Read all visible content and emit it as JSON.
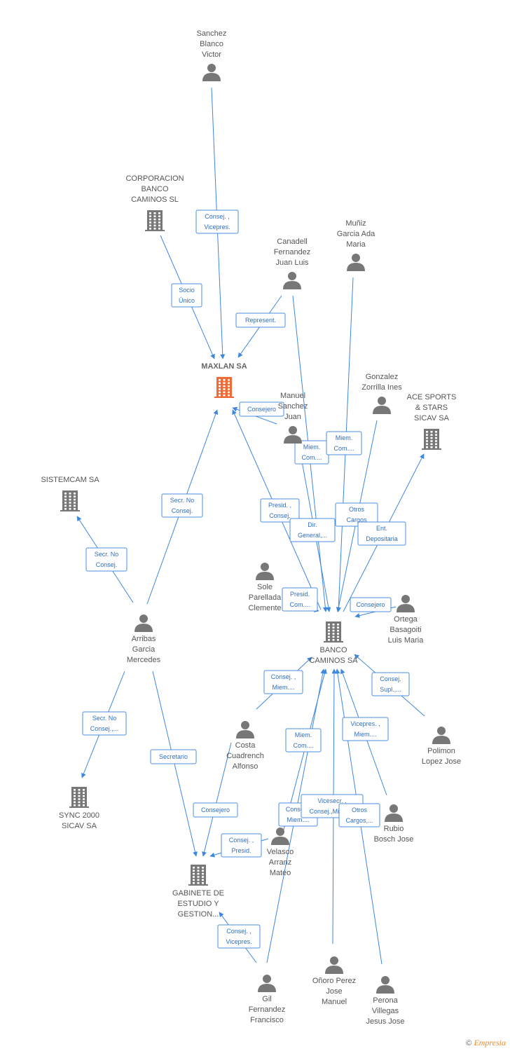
{
  "nodes": [
    {
      "id": "sanchez",
      "type": "person",
      "label": [
        "Sanchez",
        "Blanco",
        "Victor"
      ]
    },
    {
      "id": "corporacion",
      "type": "company",
      "label": [
        "CORPORACION",
        "BANCO",
        "CAMINOS SL"
      ]
    },
    {
      "id": "munoz",
      "type": "person",
      "label": [
        "Muñiz",
        "Garcia Ada",
        "Maria"
      ]
    },
    {
      "id": "canadell",
      "type": "person",
      "label": [
        "Canadell",
        "Fernandez",
        "Juan Luis"
      ]
    },
    {
      "id": "maxlan",
      "type": "company",
      "center": true,
      "label": [
        "MAXLAN SA"
      ]
    },
    {
      "id": "gonzalez",
      "type": "person",
      "label": [
        "Gonzalez",
        "Zorrilla Ines"
      ]
    },
    {
      "id": "manuel",
      "type": "person",
      "label": [
        "Manuel",
        "Sanchez",
        "Juan"
      ]
    },
    {
      "id": "ace",
      "type": "company",
      "label": [
        "ACE SPORTS",
        "& STARS",
        "SICAV SA"
      ]
    },
    {
      "id": "sistemcam",
      "type": "company",
      "label": [
        "SISTEMCAM SA"
      ]
    },
    {
      "id": "sole",
      "type": "person",
      "label": [
        "Sole",
        "Parellada",
        "Clemente"
      ]
    },
    {
      "id": "arribas",
      "type": "person",
      "label": [
        "Arribas",
        "Garcia",
        "Mercedes"
      ]
    },
    {
      "id": "banco",
      "type": "company",
      "label": [
        "BANCO",
        "CAMINOS SA"
      ]
    },
    {
      "id": "ortega",
      "type": "person",
      "label": [
        "Ortega",
        "Basagoiti",
        "Luis Maria"
      ]
    },
    {
      "id": "costa",
      "type": "person",
      "label": [
        "Costa",
        "Cuadrench",
        "Alfonso"
      ]
    },
    {
      "id": "polimon",
      "type": "person",
      "label": [
        "Polimon",
        "Lopez Jose"
      ]
    },
    {
      "id": "sync",
      "type": "company",
      "label": [
        "SYNC 2000",
        "SICAV SA"
      ]
    },
    {
      "id": "rubio",
      "type": "person",
      "label": [
        "Rubio",
        "Bosch Jose"
      ]
    },
    {
      "id": "velasco",
      "type": "person",
      "label": [
        "Velasco",
        "Arranz",
        "Mateo"
      ]
    },
    {
      "id": "gabinete",
      "type": "company",
      "label": [
        "GABINETE DE",
        "ESTUDIO Y",
        "GESTION..."
      ]
    },
    {
      "id": "gil",
      "type": "person",
      "label": [
        "Gil",
        "Fernandez",
        "Francisco"
      ]
    },
    {
      "id": "onoro",
      "type": "person",
      "label": [
        "Oñoro Perez",
        "Jose",
        "Manuel"
      ]
    },
    {
      "id": "perona",
      "type": "person",
      "label": [
        "Perona",
        "Villegas",
        "Jesus Jose"
      ]
    }
  ],
  "edges": [
    {
      "id": "sanchez-maxlan",
      "label": [
        "Consej. ,",
        "Vicepres."
      ]
    },
    {
      "id": "corporacion-maxlan",
      "label": [
        "Socio",
        "Único"
      ]
    },
    {
      "id": "canadell-maxlan",
      "label": [
        "Represent."
      ]
    },
    {
      "id": "manuel-maxlan",
      "label": [
        "Consejero"
      ]
    },
    {
      "id": "banco-maxlan",
      "label": [
        "Presid. ,",
        "Consej."
      ]
    },
    {
      "id": "arribas-maxlan",
      "label": [
        "Secr.  No",
        "Consej."
      ]
    },
    {
      "id": "arribas-sistemcam",
      "label": [
        "Secr.  No",
        "Consej."
      ]
    },
    {
      "id": "arribas-sync",
      "label": [
        "Secr.  No",
        "Consej.,..."
      ]
    },
    {
      "id": "arribas-gabinete",
      "label": [
        "Secretario"
      ]
    },
    {
      "id": "manuel-banco",
      "label": [
        "Miem.",
        "Com...."
      ]
    },
    {
      "id": "munoz-banco",
      "label": [
        "Miem.",
        "Com...."
      ]
    },
    {
      "id": "canadell-banco",
      "label": [
        "Dir.",
        "General,..."
      ]
    },
    {
      "id": "gonzalez-banco",
      "label": [
        "Otros",
        "Cargos"
      ]
    },
    {
      "id": "banco-ace",
      "label": [
        "Ent.",
        "Depositaria"
      ]
    },
    {
      "id": "sole-banco",
      "label": [
        "Presid.",
        "Com...."
      ]
    },
    {
      "id": "ortega-banco",
      "label": [
        "Consejero"
      ]
    },
    {
      "id": "costa-banco",
      "label": [
        "Consej. ,",
        "Miem...."
      ]
    },
    {
      "id": "polimon-banco",
      "label": [
        "Consej.",
        "Supl.,..."
      ]
    },
    {
      "id": "velasco-banco",
      "label": [
        "Miem.",
        "Com...."
      ]
    },
    {
      "id": "rubio-banco",
      "label": [
        "Vicepres. ,",
        "Miem...."
      ]
    },
    {
      "id": "gil-banco",
      "label": [
        "Consej. ,",
        "Miem...."
      ]
    },
    {
      "id": "onoro-banco",
      "label": [
        "Vicesecr. ,",
        "Consej.,Miem...."
      ]
    },
    {
      "id": "perona-banco",
      "label": [
        "Otros",
        "Cargos,..."
      ]
    },
    {
      "id": "costa-gabinete",
      "label": [
        "Consejero"
      ]
    },
    {
      "id": "velasco-gabinete",
      "label": [
        "Consej. ,",
        "Presid."
      ]
    },
    {
      "id": "gil-gabinete",
      "label": [
        "Consej. ,",
        "Vicepres."
      ]
    }
  ],
  "colors": {
    "edge": "#3d87dd",
    "node": "#777777",
    "center": "#f26a35",
    "label": "#555555"
  },
  "footer": {
    "copyright": "©",
    "brand": "Empresia"
  }
}
